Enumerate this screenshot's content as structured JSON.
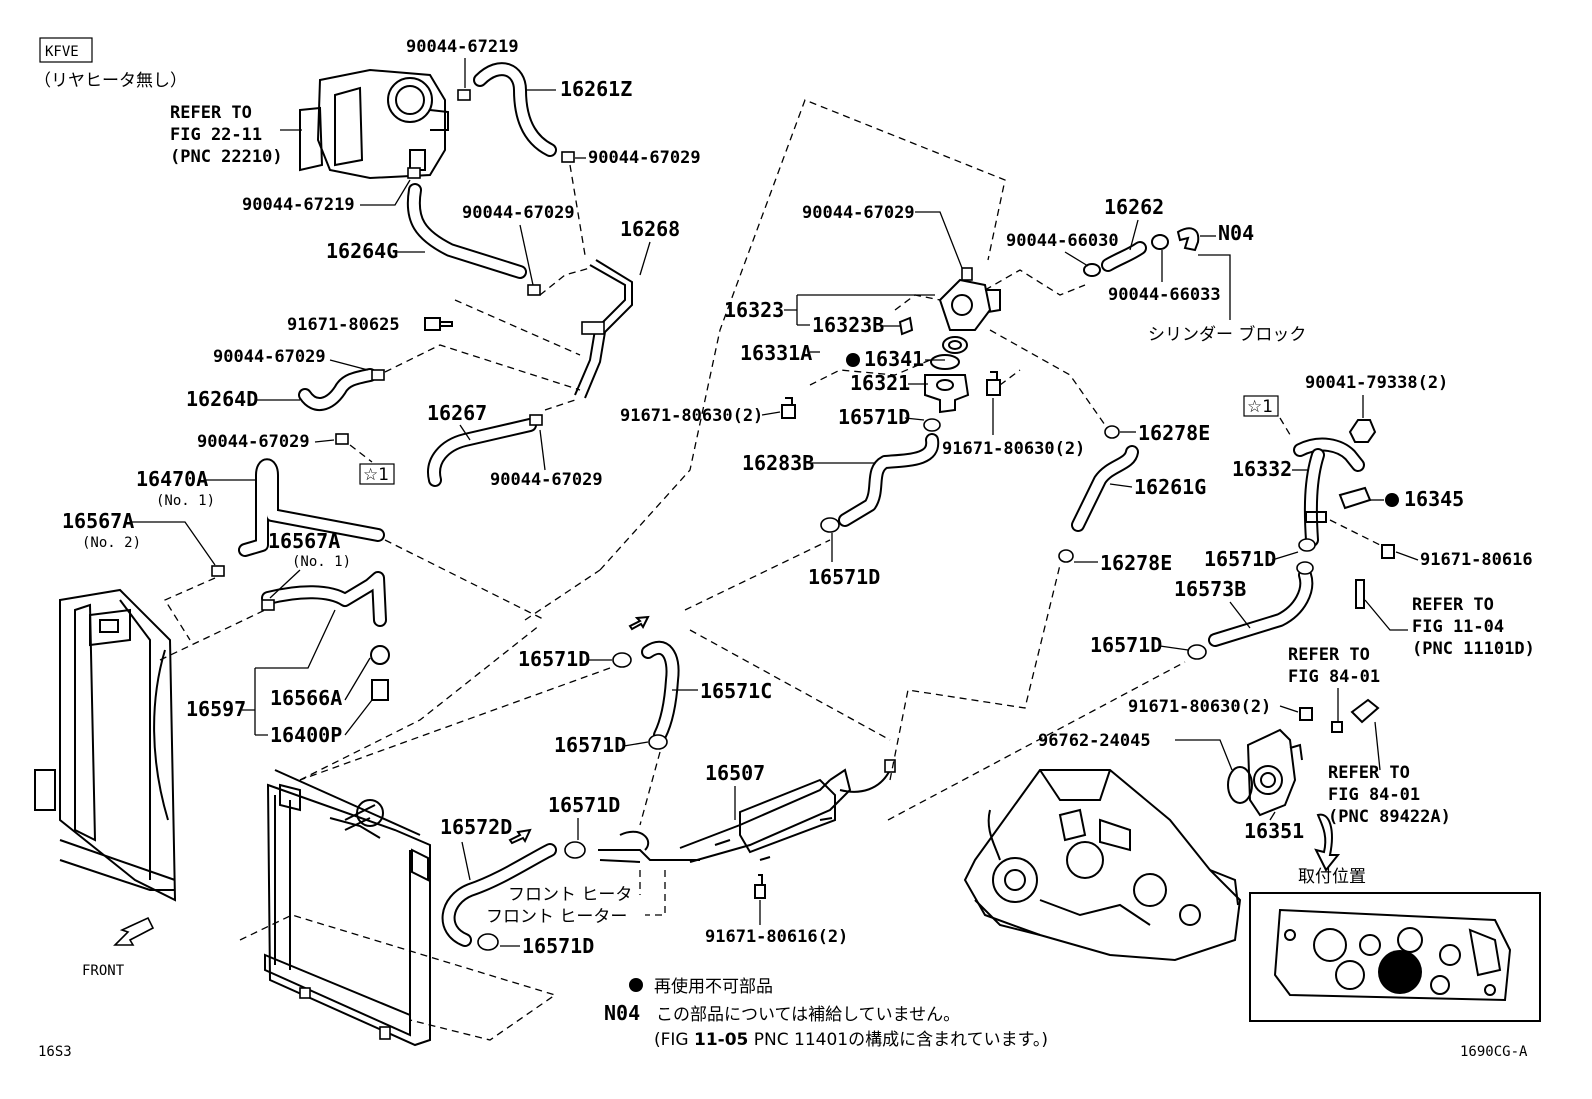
{
  "header": {
    "engine_code": "KFVE",
    "engine_note": "（リヤヒータ無し）"
  },
  "refs": {
    "throttle_l1": "REFER TO",
    "throttle_l2": "FIG 22-11",
    "throttle_l3": "(PNC 22210)",
    "fig1104_l1": "REFER TO",
    "fig1104_l2": "FIG 11-04",
    "fig1104_l3": "(PNC 11101D)",
    "fig8401_l1": "REFER TO",
    "fig8401_l2": "FIG 84-01",
    "fig8401b_l1": "REFER TO",
    "fig8401b_l2": "FIG 84-01",
    "fig8401b_l3": "(PNC 89422A)"
  },
  "parts": {
    "p90044_67219_a": "90044-67219",
    "p16261Z": "16261Z",
    "p90044_67029_a": "90044-67029",
    "p90044_67219_b": "90044-67219",
    "p90044_67029_b": "90044-67029",
    "p16264G": "16264G",
    "p16268": "16268",
    "p91671_80625": "91671-80625",
    "p90044_67029_c": "90044-67029",
    "p16264D": "16264D",
    "p90044_67029_d": "90044-67029",
    "p16267": "16267",
    "p90044_67029_e": "90044-67029",
    "p16470A": "16470A",
    "p16470A_sub": "(No. 1)",
    "p16567A_a": "16567A",
    "p16567A_a_sub": "(No. 2)",
    "p16567A_b": "16567A",
    "p16567A_b_sub": "(No. 1)",
    "p16597": "16597",
    "p16566A": "16566A",
    "p16400P": "16400P",
    "p90044_67029_f": "90044-67029",
    "p16323": "16323",
    "p16323B": "16323B",
    "p16331A": "16331A",
    "p16341": "16341",
    "p16321": "16321",
    "p91671_80630_a": "91671-80630(2)",
    "p16571D_a": "16571D",
    "p91671_80630_b": "91671-80630(2)",
    "p16283B": "16283B",
    "p16571D_b": "16571D",
    "p16262": "16262",
    "pN04": "N04",
    "p90044_66030": "90044-66030",
    "p90044_66033": "90044-66033",
    "p16278E_a": "16278E",
    "p16261G": "16261G",
    "p16278E_b": "16278E",
    "p90041_79338": "90041-79338(2)",
    "p16332": "16332",
    "p16345": "16345",
    "p91671_80616_a": "91671-80616",
    "p16571D_c": "16571D",
    "p16573B": "16573B",
    "p16571D_d": "16571D",
    "p16571D_e": "16571D",
    "p16571C": "16571C",
    "p16571D_f": "16571D",
    "p16507": "16507",
    "p16572D": "16572D",
    "p16571D_g": "16571D",
    "p16571D_h": "16571D",
    "p91671_80616_b": "91671-80616(2)",
    "p91671_80630_c": "91671-80630(2)",
    "p96762_24045": "96762-24045",
    "p16351": "16351"
  },
  "jp": {
    "cylinder_block": "シリンダー ブロック",
    "front_heater_1": "フロント ヒータ",
    "front_heater_2": "フロント ヒーター",
    "mount_position": "取付位置",
    "star1_a": "☆1",
    "star1_b": "☆1"
  },
  "legend": {
    "non_reusable": "再使用不可部品",
    "n04_code": "N04",
    "n04_line1": "この部品については補給していません。",
    "n04_line2_pre": "(FIG ",
    "n04_line2_fig": "11-05",
    "n04_line2_post": " PNC 11401の構成に含まれています。)"
  },
  "footer": {
    "left_code": "16S3",
    "right_code": "1690CG-A",
    "front": "FRONT"
  }
}
